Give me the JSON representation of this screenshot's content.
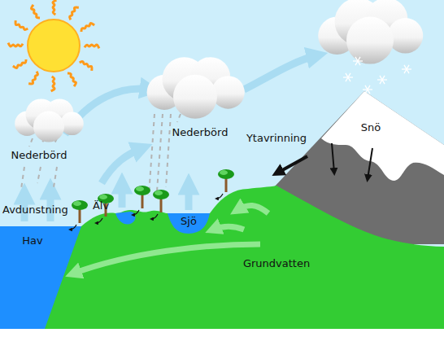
{
  "diagram": {
    "labels": [
      "Snö",
      "Nederbörd",
      "Ytavrinning",
      "Nederbörd",
      "Avdunstning",
      "Älv",
      "Sjö",
      "Hav",
      "Grundvatten"
    ]
  }
}
